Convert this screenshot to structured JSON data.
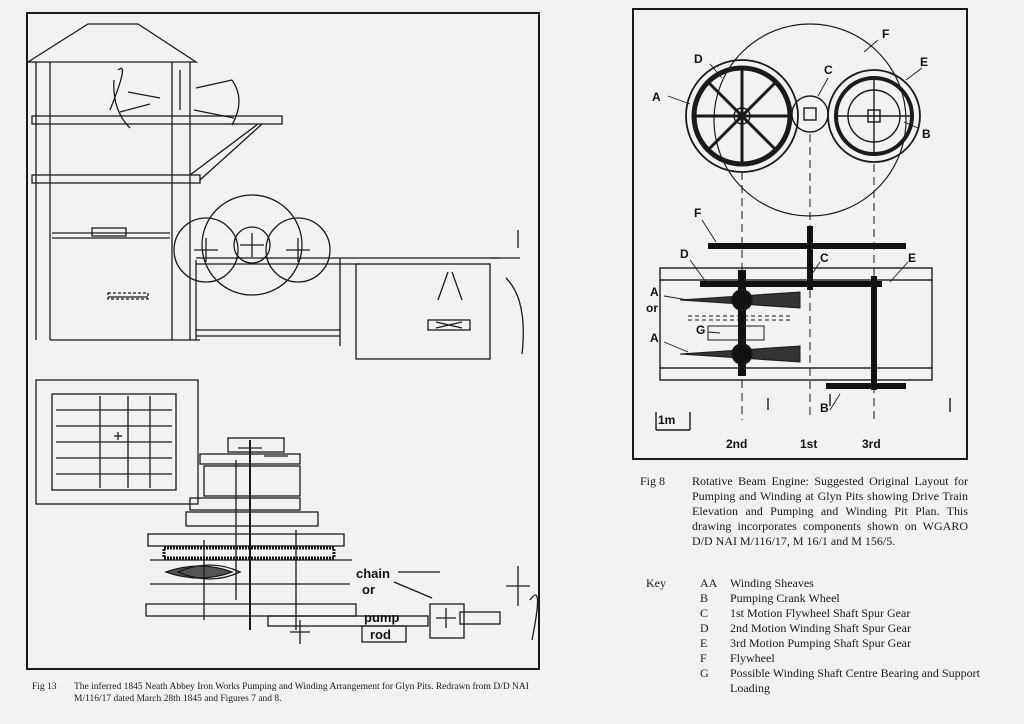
{
  "fig13": {
    "labels": {
      "chain": "chain",
      "or": "or",
      "pump": "pump",
      "rod": "rod"
    },
    "caption_number": "Fig 13",
    "caption_text": "The inferred 1845 Neath Abbey Iron Works Pumping and Winding Arrangement for Glyn Pits. Redrawn from D/D NAI M/116/17 dated March 28th 1845 and Figures 7 and 8."
  },
  "fig8": {
    "elevation_labels": {
      "A": "A",
      "B": "B",
      "C": "C",
      "D": "D",
      "E": "E",
      "F": "F"
    },
    "plan_labels": {
      "A_upper": "A",
      "or": "or",
      "A_lower": "A",
      "B": "B",
      "C": "C",
      "D": "D",
      "E": "E",
      "F": "F",
      "G": "G"
    },
    "scale": "1m",
    "axis_labels": {
      "second": "2nd",
      "first": "1st",
      "third": "3rd"
    },
    "caption_number": "Fig 8",
    "caption_text": "Rotative Beam Engine: Suggested Original Layout for Pumping and Winding at Glyn Pits showing Drive Train Elevation and Pumping and Winding Pit Plan. This drawing incorporates components shown on WGARO D/D NAI M/116/17, M 16/1 and M 156/5."
  },
  "key": {
    "title": "Key",
    "items": [
      {
        "letter": "AA",
        "desc": "Winding Sheaves"
      },
      {
        "letter": "B",
        "desc": "Pumping Crank Wheel"
      },
      {
        "letter": "C",
        "desc": "1st Motion Flywheel Shaft Spur Gear"
      },
      {
        "letter": "D",
        "desc": "2nd Motion Winding Shaft Spur Gear"
      },
      {
        "letter": "E",
        "desc": "3rd Motion Pumping Shaft Spur Gear"
      },
      {
        "letter": "F",
        "desc": "Flywheel"
      },
      {
        "letter": "G",
        "desc": "Possible Winding Shaft Centre Bearing and Support Loading"
      }
    ]
  }
}
